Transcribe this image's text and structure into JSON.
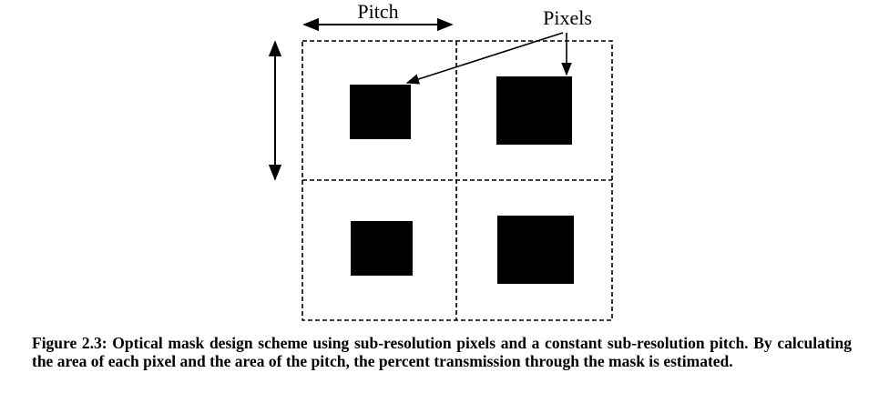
{
  "diagram": {
    "pitch_label": "Pitch",
    "pixels_label": "Pixels"
  },
  "caption": "Figure 2.3: Optical mask design scheme using sub-resolution pixels and a constant sub-resolution pitch.  By calculating the area of each pixel and the area of the pitch, the percent transmission through the mask is estimated."
}
